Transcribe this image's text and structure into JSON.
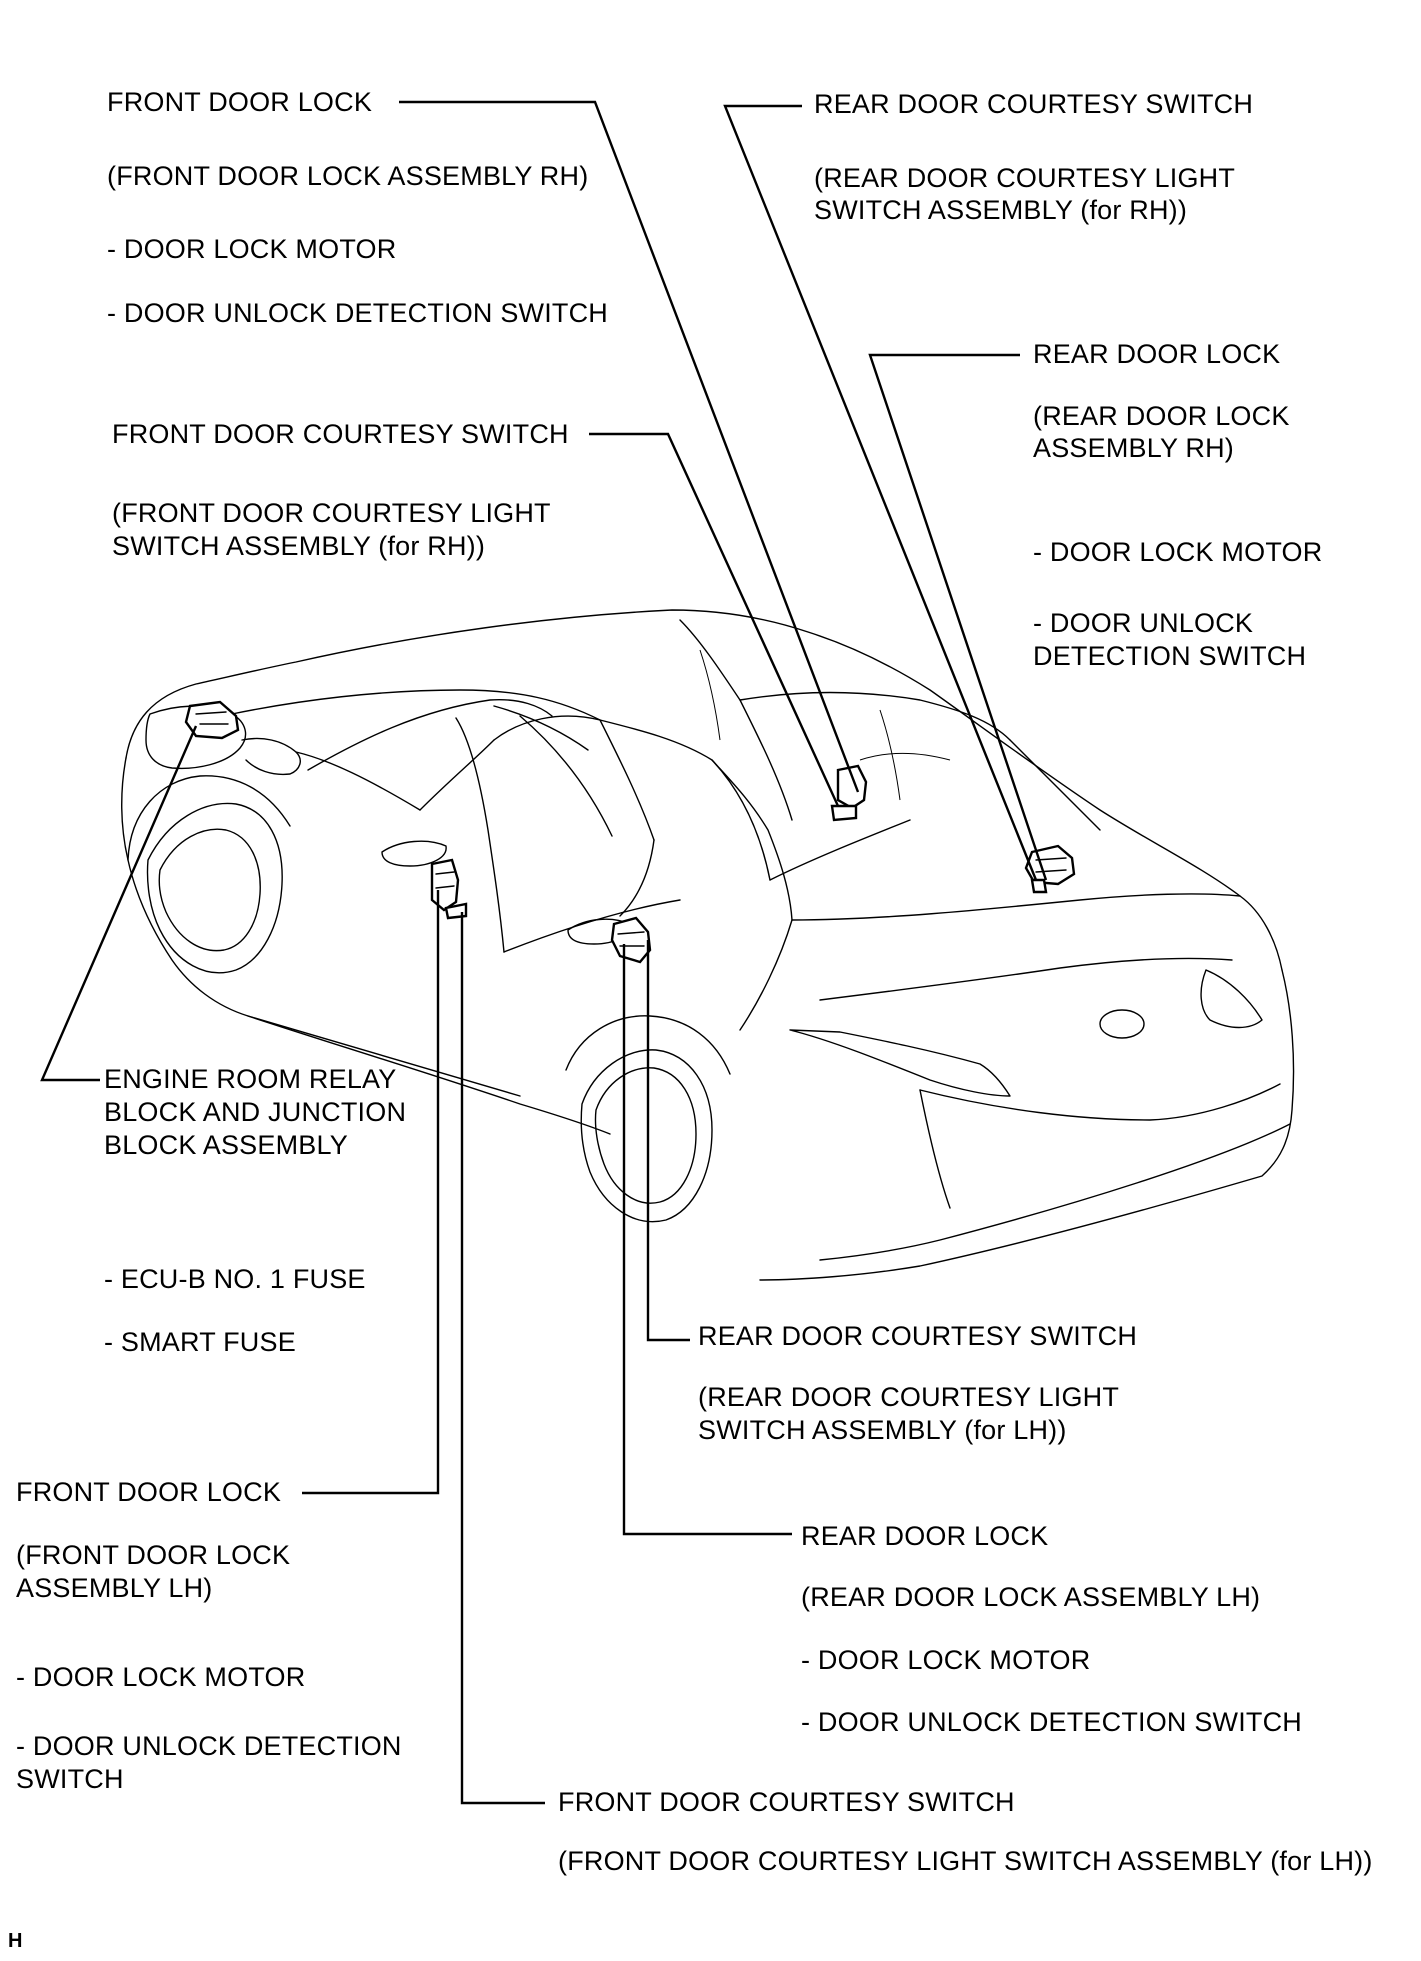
{
  "figure_code": "H",
  "labels": {
    "front_door_lock_rh": {
      "title": "FRONT DOOR LOCK",
      "detail": "(FRONT DOOR LOCK ASSEMBLY RH)",
      "item1": "- DOOR LOCK MOTOR",
      "item2": "- DOOR UNLOCK DETECTION SWITCH"
    },
    "rear_door_courtesy_rh": {
      "title": "REAR DOOR COURTESY SWITCH",
      "detail_l1": "(REAR DOOR COURTESY LIGHT",
      "detail_l2": "SWITCH ASSEMBLY (for RH))"
    },
    "rear_door_lock_rh": {
      "title": "REAR DOOR LOCK",
      "detail_l1": "(REAR DOOR LOCK",
      "detail_l2": "ASSEMBLY RH)",
      "item1": "- DOOR LOCK MOTOR",
      "item2_l1": "- DOOR UNLOCK",
      "item2_l2": "DETECTION SWITCH"
    },
    "front_door_courtesy_rh": {
      "title": "FRONT DOOR COURTESY SWITCH",
      "detail_l1": "(FRONT DOOR COURTESY LIGHT",
      "detail_l2": "SWITCH ASSEMBLY (for RH))"
    },
    "engine_room_relay": {
      "title_l1": "ENGINE ROOM RELAY",
      "title_l2": "BLOCK AND JUNCTION",
      "title_l3": "BLOCK ASSEMBLY",
      "item1": "- ECU-B NO. 1 FUSE",
      "item2": "- SMART FUSE"
    },
    "rear_door_courtesy_lh": {
      "title": "REAR DOOR COURTESY SWITCH",
      "detail_l1": "(REAR DOOR COURTESY LIGHT",
      "detail_l2": "SWITCH ASSEMBLY (for LH))"
    },
    "front_door_lock_lh": {
      "title": "FRONT DOOR LOCK",
      "detail_l1": "(FRONT DOOR LOCK",
      "detail_l2": "ASSEMBLY LH)",
      "item1": "- DOOR LOCK MOTOR",
      "item2_l1": "- DOOR UNLOCK DETECTION",
      "item2_l2": "SWITCH"
    },
    "rear_door_lock_lh": {
      "title": "REAR DOOR LOCK",
      "detail": "(REAR DOOR LOCK ASSEMBLY LH)",
      "item1": "- DOOR LOCK MOTOR",
      "item2": "- DOOR UNLOCK DETECTION SWITCH"
    },
    "front_door_courtesy_lh": {
      "title": "FRONT DOOR COURTESY SWITCH",
      "detail": "(FRONT DOOR COURTESY LIGHT SWITCH ASSEMBLY (for LH))"
    }
  }
}
